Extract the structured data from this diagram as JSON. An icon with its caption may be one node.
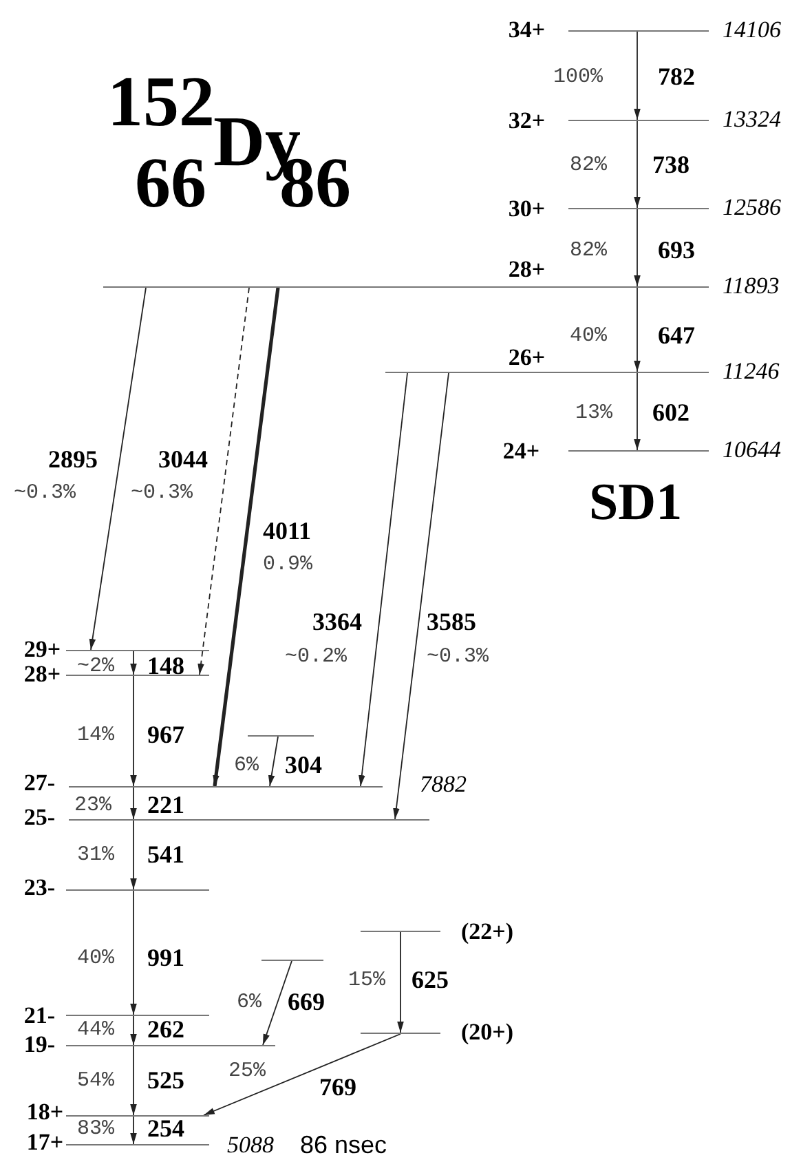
{
  "diagram": {
    "nodes": [
      {
        "text": [],
        "shape": "bar",
        "beside": [
          "34+",
          "14106"
        ]
      },
      {
        "text": [],
        "shape": "bar",
        "beside": [
          "32+",
          "13324"
        ]
      },
      {
        "text": [],
        "shape": "bar",
        "beside": [
          "30+",
          "12586"
        ]
      },
      {
        "text": [],
        "shape": "bar",
        "beside": [
          "28+",
          "11893"
        ]
      },
      {
        "text": [],
        "shape": "bar",
        "beside": [
          "26+",
          "11246"
        ]
      },
      {
        "text": [],
        "shape": "bar",
        "beside": [
          "24+",
          "10644"
        ]
      },
      {
        "text": [],
        "shape": "bar",
        "beside": [
          "29+"
        ]
      },
      {
        "text": [],
        "shape": "bar",
        "beside": [
          "28+"
        ]
      },
      {
        "text": [],
        "shape": "bar"
      },
      {
        "text": [],
        "shape": "bar",
        "beside": [
          "27-",
          "7882"
        ]
      },
      {
        "text": [],
        "shape": "bar",
        "beside": [
          "25-"
        ]
      },
      {
        "text": [],
        "shape": "bar",
        "beside": [
          "23-"
        ]
      },
      {
        "text": [],
        "shape": "bar"
      },
      {
        "text": [],
        "shape": "bar",
        "beside": [
          "(22+)"
        ]
      },
      {
        "text": [],
        "shape": "bar",
        "beside": [
          "21-"
        ]
      },
      {
        "text": [],
        "shape": "bar",
        "beside": [
          "19-"
        ]
      },
      {
        "text": [],
        "shape": "bar",
        "beside": [
          "(20+)"
        ]
      },
      {
        "text": [],
        "shape": "bar",
        "beside": [
          "18+"
        ]
      },
      {
        "text": [],
        "shape": "bar",
        "beside": [
          "17+",
          "5088",
          "86 nsec"
        ]
      }
    ],
    "edges": [
      {
        "from": 0,
        "to": 1,
        "arrow": "to",
        "label": "782"
      },
      {
        "from": 1,
        "to": 2,
        "arrow": "to",
        "label": "738"
      },
      {
        "from": 2,
        "to": 3,
        "arrow": "to",
        "label": "693"
      },
      {
        "from": 3,
        "to": 4,
        "arrow": "to",
        "label": "647"
      },
      {
        "from": 4,
        "to": 5,
        "arrow": "to",
        "label": "602"
      },
      {
        "from": 3,
        "to": 6,
        "arrow": "to",
        "label": "2895"
      },
      {
        "from": 3,
        "to": 7,
        "arrow": "to",
        "label": "3044",
        "style": "dashed"
      },
      {
        "from": 3,
        "to": 9,
        "arrow": "to",
        "label": "4011",
        "style": "thick"
      },
      {
        "from": 4,
        "to": 9,
        "arrow": "to",
        "label": "3364"
      },
      {
        "from": 4,
        "to": 10,
        "arrow": "to",
        "label": "3585"
      },
      {
        "from": 6,
        "to": 7,
        "arrow": "to",
        "label": "148"
      },
      {
        "from": 7,
        "to": 9,
        "arrow": "to",
        "label": "967"
      },
      {
        "from": 8,
        "to": 9,
        "arrow": "to",
        "label": "304"
      },
      {
        "from": 9,
        "to": 10,
        "arrow": "to",
        "label": "221"
      },
      {
        "from": 10,
        "to": 11,
        "arrow": "to",
        "label": "541"
      },
      {
        "from": 11,
        "to": 14,
        "arrow": "to",
        "label": "991"
      },
      {
        "from": 12,
        "to": 15,
        "arrow": "to",
        "label": "669"
      },
      {
        "from": 13,
        "to": 16,
        "arrow": "to",
        "label": "625"
      },
      {
        "from": 14,
        "to": 15,
        "arrow": "to",
        "label": "262"
      },
      {
        "from": 16,
        "to": 17,
        "arrow": "to",
        "label": "769"
      },
      {
        "from": 15,
        "to": 17,
        "arrow": "to",
        "label": "525"
      },
      {
        "from": 17,
        "to": 18,
        "arrow": "to",
        "label": "254"
      }
    ],
    "labels": [
      "152",
      "Dy",
      "66",
      "86",
      "SD1",
      "100%",
      "82%",
      "82%",
      "40%",
      "13%",
      "~0.3%",
      "~0.3%",
      "0.9%",
      "~0.2%",
      "~0.3%",
      "~2%",
      "14%",
      "6%",
      "23%",
      "31%",
      "40%",
      "6%",
      "15%",
      "44%",
      "25%",
      "54%",
      "83%"
    ]
  }
}
